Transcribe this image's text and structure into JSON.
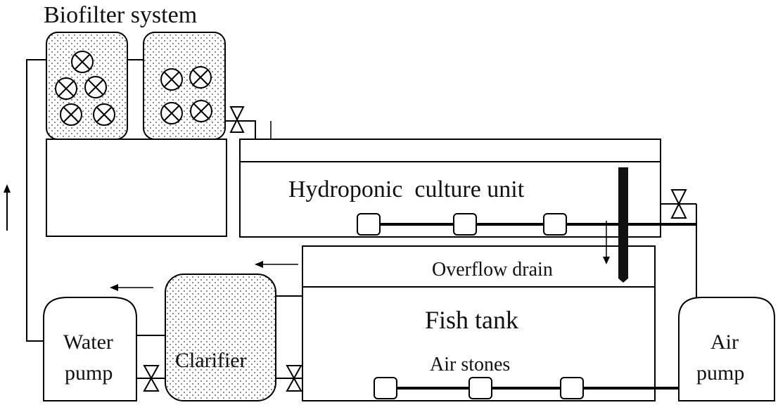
{
  "labels": {
    "biofilter": "Biofilter system",
    "hydroponic": "Hydroponic  culture unit",
    "overflow": "Overflow drain",
    "fish_tank": "Fish tank",
    "air_stones": "Air stones",
    "water_pump_line1": "Water",
    "water_pump_line2": "pump",
    "clarifier": "Clarifier",
    "air_pump_line1": "Air",
    "air_pump_line2": "pump"
  },
  "colors": {
    "line": "#000000",
    "fill": "#ffffff",
    "drain": "#111111"
  },
  "icons": {
    "filter_media": "circle-x-icon",
    "valve": "bowtie-valve-icon",
    "flow_arrow": "arrow-icon",
    "air_stone": "rounded-square-icon"
  }
}
